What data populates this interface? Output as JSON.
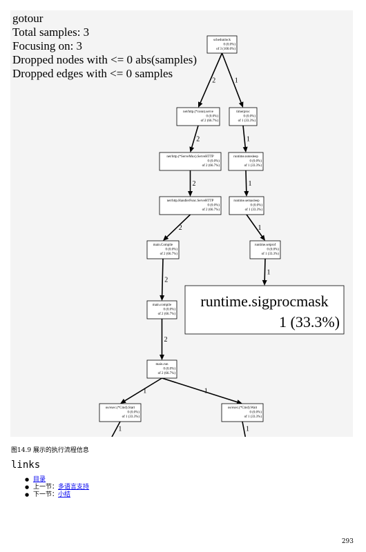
{
  "figure": {
    "header": [
      "gotour",
      "Total samples: 3",
      "Focusing on: 3",
      "Dropped nodes with <= 0 abs(samples)",
      "Dropped edges with <= 0 samples"
    ],
    "nodes": [
      {
        "id": "schedunlock",
        "lines": [
          "schedunlock",
          "0 (0.0%)",
          "of 3 (100.0%)"
        ]
      },
      {
        "id": "conn-serve",
        "lines": [
          "net/http.(*conn).serve",
          "0 (0.0%)",
          "of 2 (66.7%)"
        ]
      },
      {
        "id": "timerproc",
        "lines": [
          "timerproc",
          "0 (0.0%)",
          "of 1 (33.3%)"
        ]
      },
      {
        "id": "servemux",
        "lines": [
          "net/http.(*ServeMux).ServeHTTP",
          "0 (0.0%)",
          "of 2 (66.7%)"
        ]
      },
      {
        "id": "notesleep",
        "lines": [
          "runtime.notesleep",
          "0 (0.0%)",
          "of 1 (33.3%)"
        ]
      },
      {
        "id": "handlerfunc",
        "lines": [
          "net/http.HandlerFunc.ServeHTTP",
          "0 (0.0%)",
          "of 2 (66.7%)"
        ]
      },
      {
        "id": "semasleep",
        "lines": [
          "runtime.semasleep",
          "0 (0.0%)",
          "of 1 (33.3%)"
        ]
      },
      {
        "id": "main-compile-1",
        "lines": [
          "main.Compile",
          "0 (0.0%)",
          "of 2 (66.7%)"
        ]
      },
      {
        "id": "setprof",
        "lines": [
          "runtime.setprof",
          "0 (0.0%)",
          "of 1 (33.3%)"
        ]
      },
      {
        "id": "main-compile-2",
        "lines": [
          "main.compile",
          "0 (0.0%)",
          "of 2 (66.7%)"
        ]
      },
      {
        "id": "sigprocmask",
        "lines": [
          "runtime.sigprocmask",
          "1 (33.3%)"
        ]
      },
      {
        "id": "main-run",
        "lines": [
          "main.run",
          "0 (0.0%)",
          "of 2 (66.7%)"
        ]
      },
      {
        "id": "cmd-start",
        "lines": [
          "os/exec.(*Cmd).Start",
          "0 (0.0%)",
          "of 1 (33.3%)"
        ]
      },
      {
        "id": "cmd-wait",
        "lines": [
          "os/exec.(*Cmd).Wait",
          "0 (0.0%)",
          "of 1 (33.3%)"
        ]
      }
    ],
    "edges": [
      {
        "from": "schedunlock",
        "to": "conn-serve",
        "label": "2"
      },
      {
        "from": "schedunlock",
        "to": "timerproc",
        "label": "1"
      },
      {
        "from": "conn-serve",
        "to": "servemux",
        "label": "2"
      },
      {
        "from": "timerproc",
        "to": "notesleep",
        "label": "1"
      },
      {
        "from": "servemux",
        "to": "handlerfunc",
        "label": "2"
      },
      {
        "from": "notesleep",
        "to": "semasleep",
        "label": "1"
      },
      {
        "from": "handlerfunc",
        "to": "main-compile-1",
        "label": "2"
      },
      {
        "from": "semasleep",
        "to": "setprof",
        "label": "1"
      },
      {
        "from": "main-compile-1",
        "to": "main-compile-2",
        "label": "2"
      },
      {
        "from": "setprof",
        "to": "sigprocmask",
        "label": "1"
      },
      {
        "from": "main-compile-2",
        "to": "main-run",
        "label": "2"
      },
      {
        "from": "main-run",
        "to": "cmd-start",
        "label": "1"
      },
      {
        "from": "main-run",
        "to": "cmd-wait",
        "label": "1"
      },
      {
        "from": "cmd-start",
        "to": "offscreen-a",
        "label": "1"
      },
      {
        "from": "cmd-wait",
        "to": "offscreen-b",
        "label": "1"
      }
    ]
  },
  "caption": "图14.9 展示的执行流程信息",
  "links": {
    "heading": "links",
    "items": [
      {
        "prefix": "",
        "link_text": "目录"
      },
      {
        "prefix": "上一节：",
        "link_text": "多语言支持"
      },
      {
        "prefix": "下一节：",
        "link_text": "小结"
      }
    ]
  },
  "page_number": "293"
}
